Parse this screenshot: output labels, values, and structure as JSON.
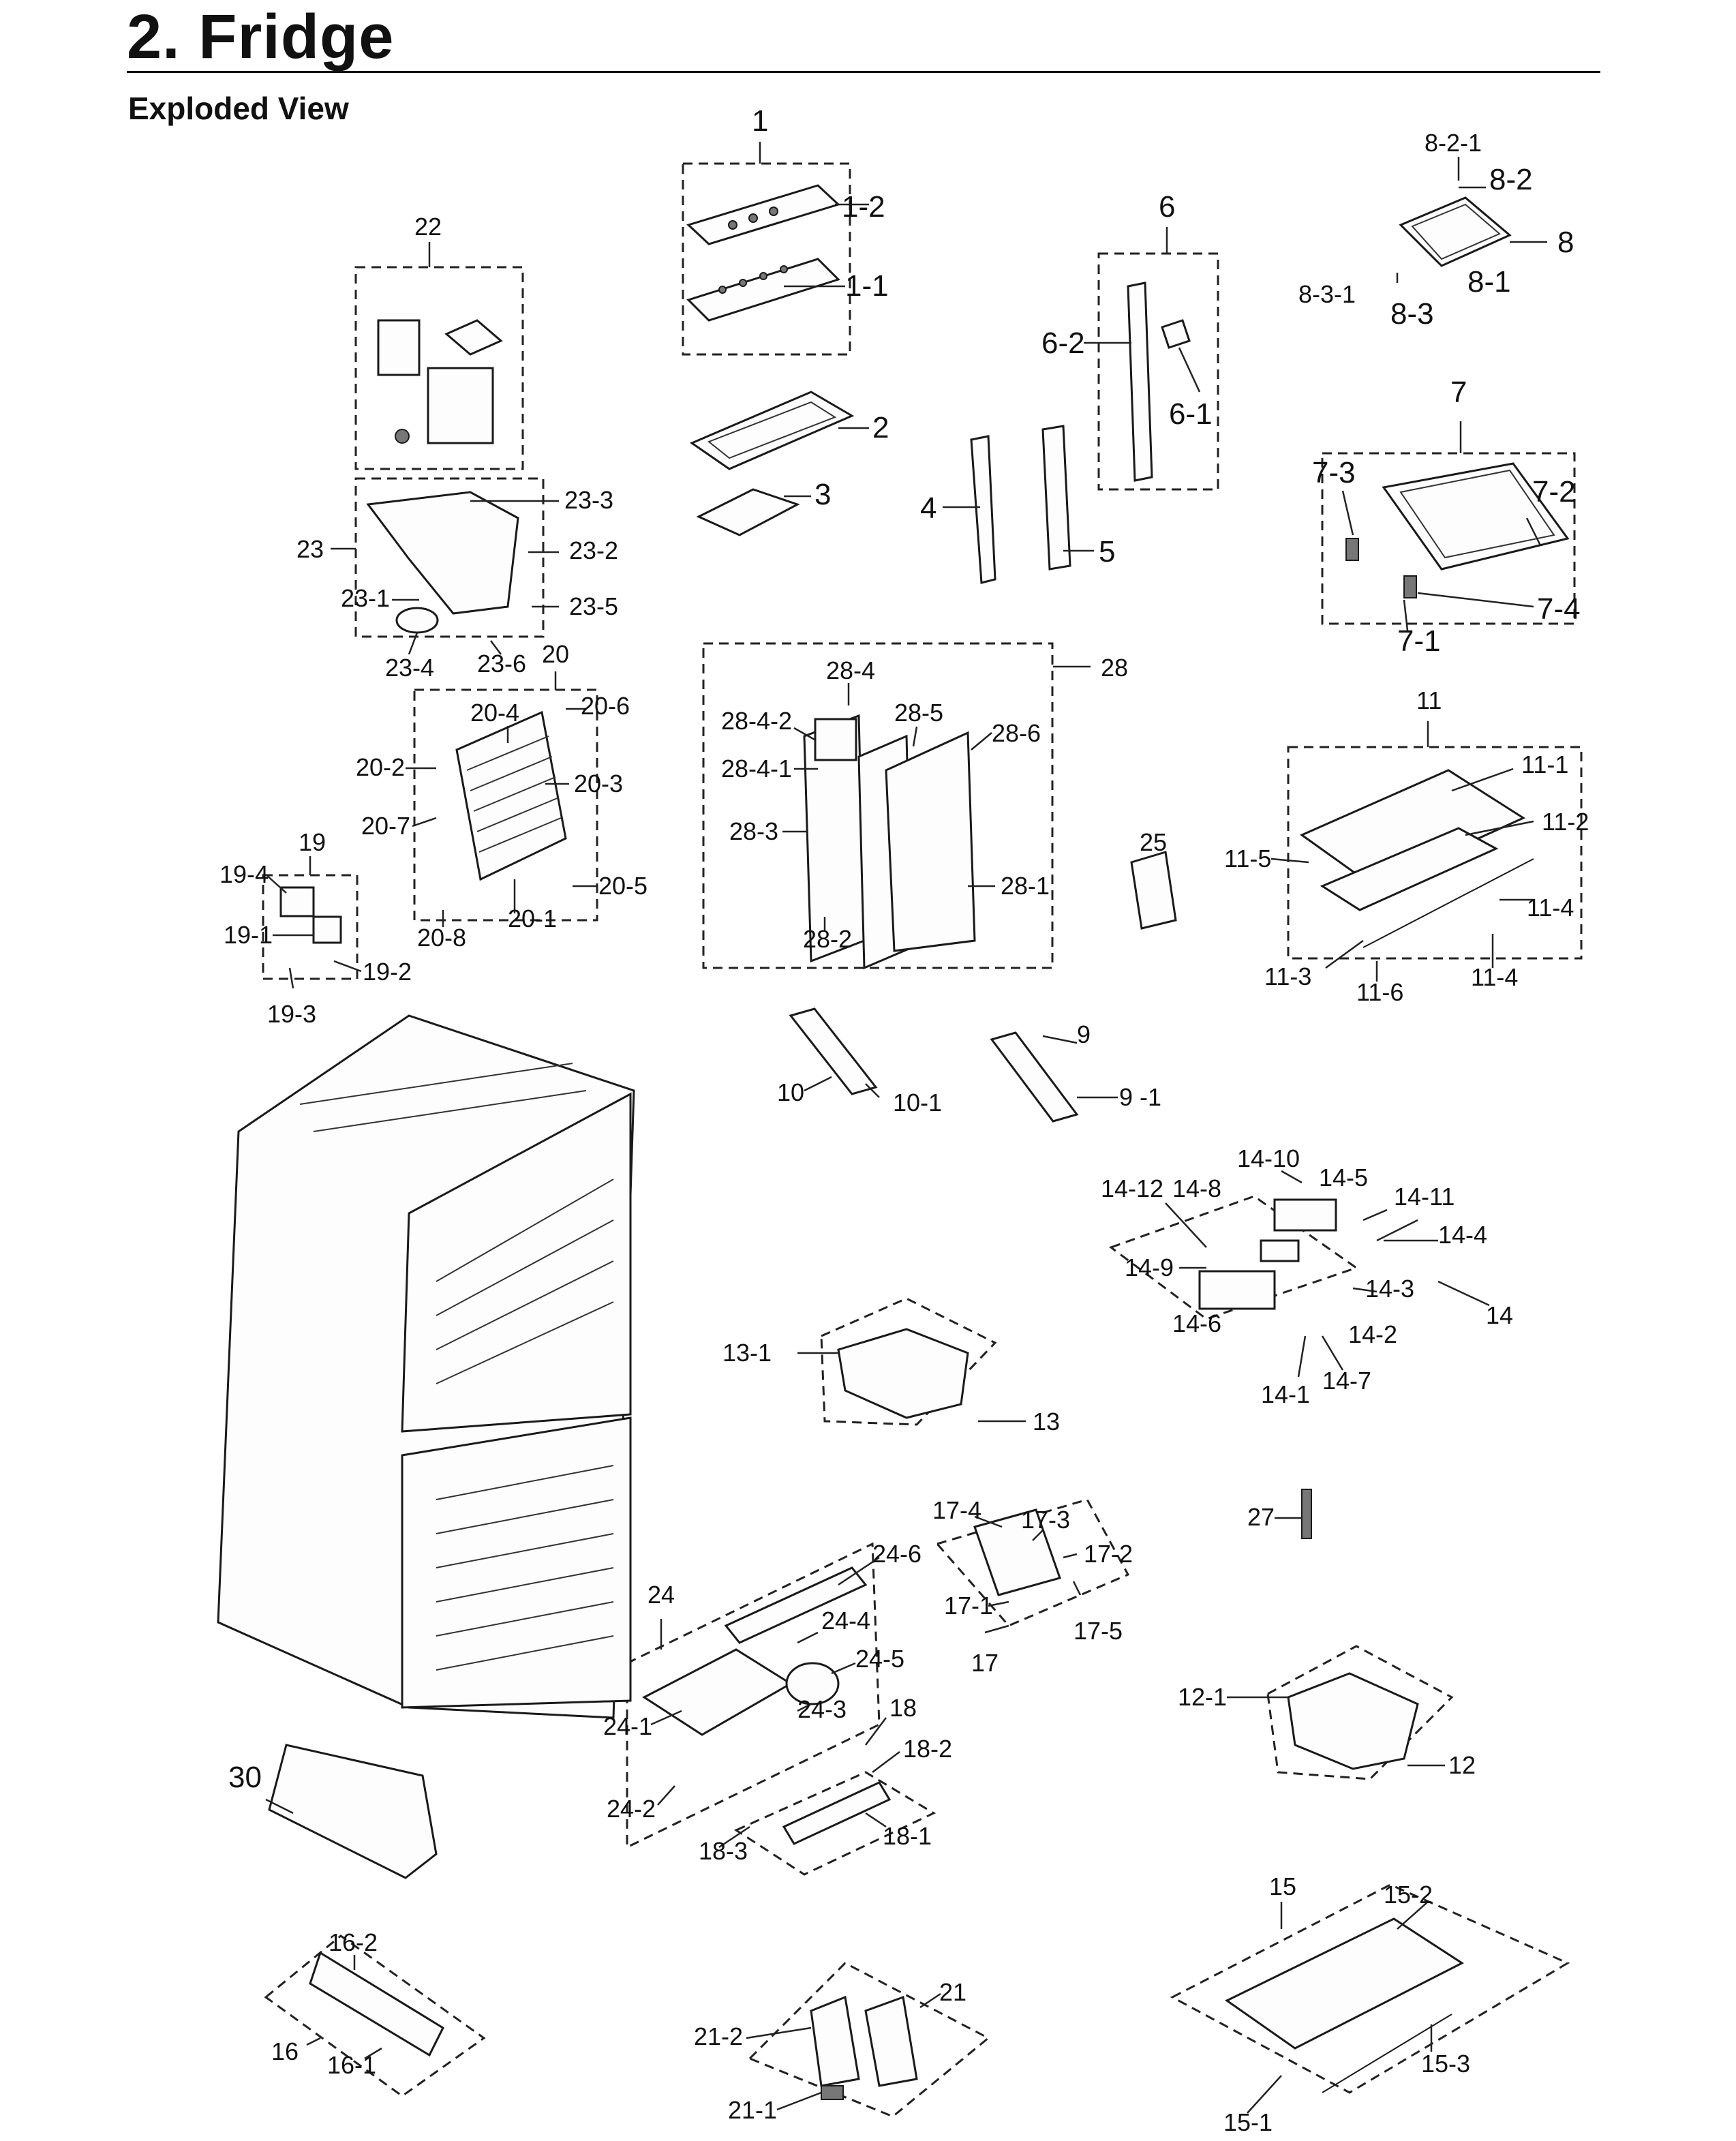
{
  "header": {
    "title": "2.  Fridge",
    "subtitle": "Exploded View"
  },
  "callouts": [
    {
      "id": "c1",
      "text": "1"
    },
    {
      "id": "c1_2",
      "text": "1-2"
    },
    {
      "id": "c1_1",
      "text": "1-1"
    },
    {
      "id": "c2",
      "text": "2"
    },
    {
      "id": "c3",
      "text": "3"
    },
    {
      "id": "c4",
      "text": "4"
    },
    {
      "id": "c5",
      "text": "5"
    },
    {
      "id": "c6",
      "text": "6"
    },
    {
      "id": "c6_2",
      "text": "6-2"
    },
    {
      "id": "c6_1",
      "text": "6-1"
    },
    {
      "id": "c7",
      "text": "7"
    },
    {
      "id": "c7_3",
      "text": "7-3"
    },
    {
      "id": "c7_2",
      "text": "7-2"
    },
    {
      "id": "c7_4",
      "text": "7-4"
    },
    {
      "id": "c7_1",
      "text": "7-1"
    },
    {
      "id": "c8_2_1",
      "text": "8-2-1"
    },
    {
      "id": "c8_2",
      "text": "8-2"
    },
    {
      "id": "c8",
      "text": "8"
    },
    {
      "id": "c8_1",
      "text": "8-1"
    },
    {
      "id": "c8_3_1",
      "text": "8-3-1"
    },
    {
      "id": "c8_3",
      "text": "8-3"
    },
    {
      "id": "c22",
      "text": "22"
    },
    {
      "id": "c23",
      "text": "23"
    },
    {
      "id": "c23_3",
      "text": "23-3"
    },
    {
      "id": "c23_2",
      "text": "23-2"
    },
    {
      "id": "c23_1",
      "text": "23-1"
    },
    {
      "id": "c23_5",
      "text": "23-5"
    },
    {
      "id": "c23_4",
      "text": "23-4"
    },
    {
      "id": "c23_6",
      "text": "23-6"
    },
    {
      "id": "c20",
      "text": "20"
    },
    {
      "id": "c20_4",
      "text": "20-4"
    },
    {
      "id": "c20_6",
      "text": "20-6"
    },
    {
      "id": "c20_2",
      "text": "20-2"
    },
    {
      "id": "c20_3",
      "text": "20-3"
    },
    {
      "id": "c20_7",
      "text": "20-7"
    },
    {
      "id": "c20_5",
      "text": "20-5"
    },
    {
      "id": "c20_1",
      "text": "20-1"
    },
    {
      "id": "c20_8",
      "text": "20-8"
    },
    {
      "id": "c19",
      "text": "19"
    },
    {
      "id": "c19_4",
      "text": "19-4"
    },
    {
      "id": "c19_1",
      "text": "19-1"
    },
    {
      "id": "c19_2",
      "text": "19-2"
    },
    {
      "id": "c19_3",
      "text": "19-3"
    },
    {
      "id": "c28",
      "text": "28"
    },
    {
      "id": "c28_4",
      "text": "28-4"
    },
    {
      "id": "c28_4_2",
      "text": "28-4-2"
    },
    {
      "id": "c28_5",
      "text": "28-5"
    },
    {
      "id": "c28_6",
      "text": "28-6"
    },
    {
      "id": "c28_4_1",
      "text": "28-4-1"
    },
    {
      "id": "c28_3",
      "text": "28-3"
    },
    {
      "id": "c28_1",
      "text": "28-1"
    },
    {
      "id": "c28_2",
      "text": "28-2"
    },
    {
      "id": "c25",
      "text": "25"
    },
    {
      "id": "c11",
      "text": "11"
    },
    {
      "id": "c11_1",
      "text": "11-1"
    },
    {
      "id": "c11_2",
      "text": "11-2"
    },
    {
      "id": "c11_5",
      "text": "11-5"
    },
    {
      "id": "c11_4a",
      "text": "11-4"
    },
    {
      "id": "c11_3",
      "text": "11-3"
    },
    {
      "id": "c11_6",
      "text": "11-6"
    },
    {
      "id": "c11_4b",
      "text": "11-4"
    },
    {
      "id": "c9",
      "text": "9"
    },
    {
      "id": "c9_1",
      "text": "9 -1"
    },
    {
      "id": "c10",
      "text": "10"
    },
    {
      "id": "c10_1",
      "text": "10-1"
    },
    {
      "id": "c14_10",
      "text": "14-10"
    },
    {
      "id": "c14_12",
      "text": "14-12"
    },
    {
      "id": "c14_8",
      "text": "14-8"
    },
    {
      "id": "c14_5",
      "text": "14-5"
    },
    {
      "id": "c14_11",
      "text": "14-11"
    },
    {
      "id": "c14_4",
      "text": "14-4"
    },
    {
      "id": "c14_9",
      "text": "14-9"
    },
    {
      "id": "c14_3",
      "text": "14-3"
    },
    {
      "id": "c14",
      "text": "14"
    },
    {
      "id": "c14_6",
      "text": "14-6"
    },
    {
      "id": "c14_2",
      "text": "14-2"
    },
    {
      "id": "c14_1",
      "text": "14-1"
    },
    {
      "id": "c14_7",
      "text": "14-7"
    },
    {
      "id": "c13_1",
      "text": "13-1"
    },
    {
      "id": "c13",
      "text": "13"
    },
    {
      "id": "c27",
      "text": "27"
    },
    {
      "id": "c17_4",
      "text": "17-4"
    },
    {
      "id": "c17_3",
      "text": "17-3"
    },
    {
      "id": "c17_2",
      "text": "17-2"
    },
    {
      "id": "c17_1",
      "text": "17-1"
    },
    {
      "id": "c17_5",
      "text": "17-5"
    },
    {
      "id": "c17",
      "text": "17"
    },
    {
      "id": "c24",
      "text": "24"
    },
    {
      "id": "c24_6",
      "text": "24-6"
    },
    {
      "id": "c24_4",
      "text": "24-4"
    },
    {
      "id": "c24_5",
      "text": "24-5"
    },
    {
      "id": "c24_3",
      "text": "24-3"
    },
    {
      "id": "c24_1",
      "text": "24-1"
    },
    {
      "id": "c24_2",
      "text": "24-2"
    },
    {
      "id": "c18",
      "text": "18"
    },
    {
      "id": "c18_2",
      "text": "18-2"
    },
    {
      "id": "c18_3",
      "text": "18-3"
    },
    {
      "id": "c18_1",
      "text": "18-1"
    },
    {
      "id": "c12_1",
      "text": "12-1"
    },
    {
      "id": "c12",
      "text": "12"
    },
    {
      "id": "c30",
      "text": "30"
    },
    {
      "id": "c16_2",
      "text": "16-2"
    },
    {
      "id": "c16",
      "text": "16"
    },
    {
      "id": "c16_1",
      "text": "16-1"
    },
    {
      "id": "c21",
      "text": "21"
    },
    {
      "id": "c21_2",
      "text": "21-2"
    },
    {
      "id": "c21_1",
      "text": "21-1"
    },
    {
      "id": "c15",
      "text": "15"
    },
    {
      "id": "c15_2",
      "text": "15-2"
    },
    {
      "id": "c15_1",
      "text": "15-1"
    },
    {
      "id": "c15_3",
      "text": "15-3"
    }
  ]
}
